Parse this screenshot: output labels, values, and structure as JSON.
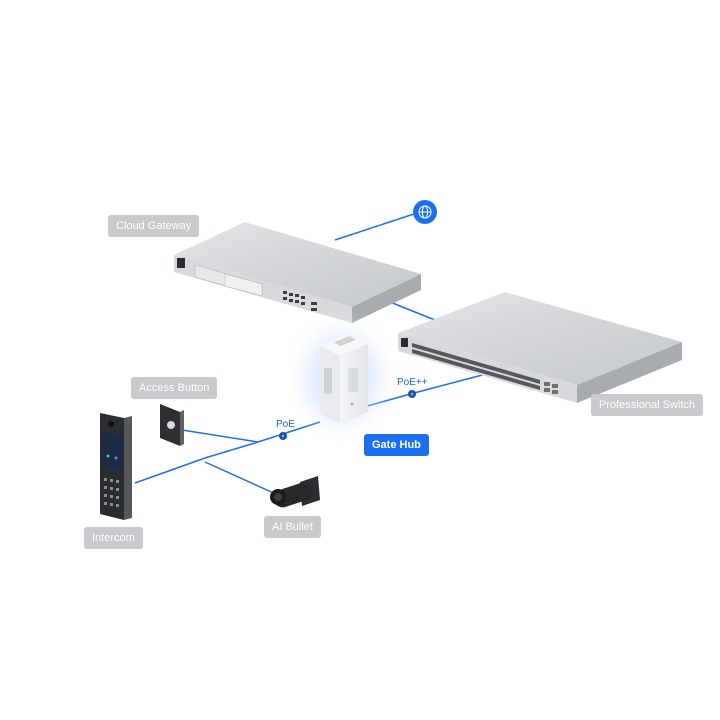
{
  "labels": {
    "cloud_gateway": "Cloud Gateway",
    "professional_switch": "Professional Switch",
    "gate_hub": "Gate Hub",
    "access_button": "Access Button",
    "intercom": "Intercom",
    "ai_bullet": "AI Bullet"
  },
  "links": {
    "poe_plus": "PoE++",
    "poe": "PoE"
  },
  "icons": {
    "internet": "globe-icon",
    "power_marker": "lightning-icon"
  },
  "colors": {
    "link": "#1d6ff2",
    "label_gray": "#c8cacd",
    "label_blue": "#1d6ff2"
  }
}
